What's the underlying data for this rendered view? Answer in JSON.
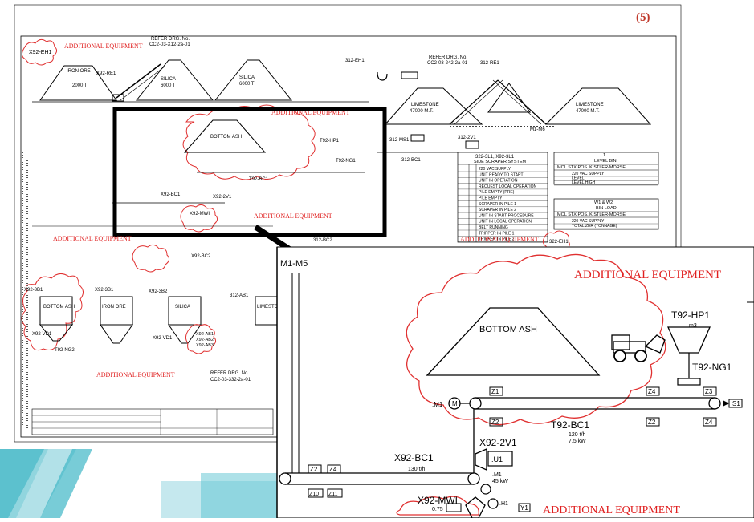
{
  "page_number": "(5)",
  "colors": {
    "cloud": "#e03030",
    "ink": "#000000",
    "teal": "#3fb6c6",
    "callout_red": "#e02020"
  },
  "main_drawing": {
    "additional_equipment_label": "ADDITIONAL EQUIPMENT",
    "refer_top_left": "REFER DRG. No.",
    "refer_top_left_no": "CC2-03-X12-2a-01",
    "refer_top_right": "REFER DRG. No.",
    "refer_top_right_no": "CC2-03-242-2a-01",
    "refer_bottom": "REFER DRG. No.",
    "refer_bottom_no": "CC2-03-332-2a-01",
    "iron_ore": "IRON ORE",
    "iron_ore_qty": "2000 T",
    "silica_1": "SILICA",
    "silica_1_qty": "6000 T",
    "silica_2": "SILICA",
    "silica_2_qty": "6000 T",
    "limestone_1": "LIMESTONE",
    "limestone_1_qty": "47000 M.T.",
    "limestone_2": "LIMESTONE",
    "limestone_2_qty": "47000 M.T.",
    "bottom_ash": "BOTTOM ASH",
    "eh1_left": "X92-EH1",
    "re1_left": "X92-RE1",
    "eh1_right": "312-EH1",
    "re1_right": "312-RE1",
    "hp1": "T92-HP1",
    "ng1": "T92-NG1",
    "bc1": "T92-BC1",
    "x92_bc1": "X92-BC1",
    "x92_2v1": "X92-2V1",
    "x92_mw1": "X92-MWI",
    "x92_bc2": "X92-BC2",
    "ms1": "312-MS1",
    "r2v1": "312-2V1",
    "r_bc1": "312-BC1",
    "r_bc2": "312-BC2",
    "m1_m5": "M1-M5",
    "m1_m6": "M1-M6",
    "x92_3b1": "X92-3B1",
    "x92_3b2": "X92-3B2",
    "x92_vd1": "X92-VD1",
    "x92_vd1_b": "X92-VD1",
    "t92_ng2": "T92-NG2",
    "x92_ab": [
      "X92-AB1",
      "X92-AB2",
      "X92-AB3"
    ],
    "iron_ore_bin": "IRON ORE",
    "silica_bin": "SILICA",
    "bottom_ash_bin": "BOTTOM ASH",
    "limestone_bin": "LIMESTONE",
    "x312_ab1": "312-AB1",
    "e322_eh1": "322-EH1",
    "scraper_title": "322-3L1, X92-3L1",
    "scraper_subtitle": "SIDE SCRAPER SYSTEM",
    "scraper_rows": [
      "220 VAC SUPPLY",
      "UNIT READY TO START",
      "UNIT IN OPERATION",
      "REQUEST LOCAL OPERATION",
      "PILE EMPTY (PRE)",
      "PILE EMPTY",
      "SCRAPER IN PILE 1",
      "SCRAPER IN PILE 2",
      "UNIT IN START PROCEDURE",
      "UNIT IN LOCAL OPERATION",
      "BELT RUNNING",
      "TRIPPER IN PILE 1",
      "TRIPPER IN PILE 2"
    ],
    "l1_title": "L1",
    "l1_sub": "LEVEL BIN",
    "l1_header": "MOL STX POS. KISTLER-MORSE",
    "l1_rows": [
      "220 VAC SUPPLY",
      "LEVEL",
      "LEVEL HIGH"
    ],
    "w_title": "W1 & W2",
    "w_sub": "BIN LOAD",
    "w_header": "MOL STX POS. KISTLER-MORSE",
    "w_rows": [
      "220 VAC SUPPLY",
      "TOTALIZER (TONNAGE)"
    ]
  },
  "zoom_view": {
    "additional_equipment_top": "ADDITIONAL EQUIPMENT",
    "additional_equipment_bottom": "ADDITIONAL EQUIPMENT",
    "bottom_ash": "BOTTOM ASH",
    "hp1": "T92-HP1",
    "hp1_unit": "m3",
    "ng1": "T92-NG1",
    "bc1": "T92-BC1",
    "bc1_rate": "120 t/h",
    "bc1_power": "7.5 kW",
    "x92_2v1": "X92-2V1",
    "u1": ".U1",
    "m1": ".M1",
    "m1_power": "45 kW",
    "x92_bc1": "X92-BC1",
    "x92_bc1_rate": "130 t/h",
    "x92_mw1": "X92-MWI",
    "mw1_h1": ".H1",
    "mw1_power": "0.75",
    "m1_left": ".M1",
    "tags_top": [
      "Z1",
      "Z4",
      "Z3"
    ],
    "tags_bottom": [
      "Z2",
      "Z2",
      "Z4"
    ],
    "s1": "S1",
    "tags_lower": [
      "Z2",
      "Z4"
    ],
    "tags_lowest": [
      "Z10",
      "Z11"
    ],
    "y1": "Y1",
    "m_circle": "M"
  }
}
